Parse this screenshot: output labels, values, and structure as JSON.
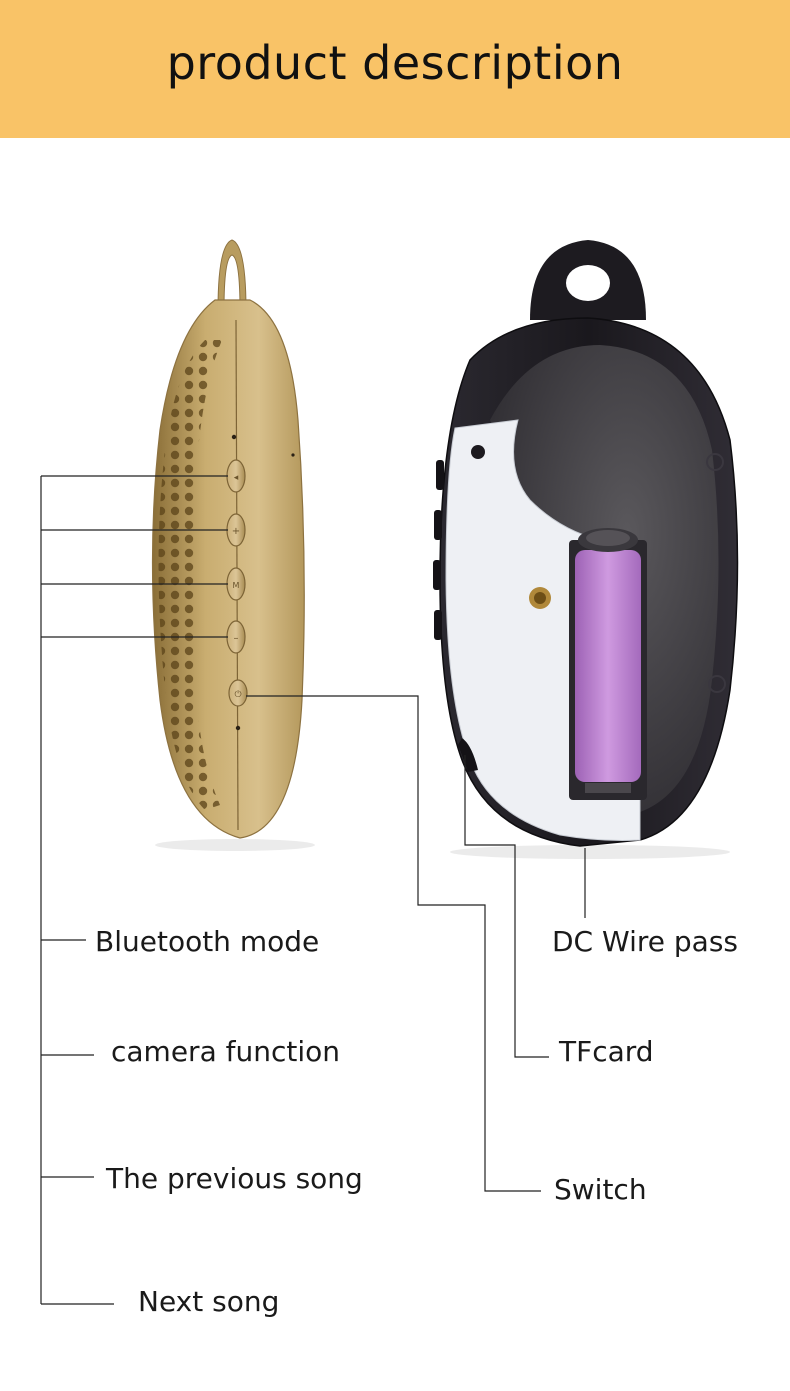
{
  "header": {
    "title": "product description"
  },
  "left_labels": {
    "bluetooth_mode": "Bluetooth mode",
    "camera_function": "camera function",
    "previous_song": "The previous song",
    "next_song": "Next song"
  },
  "right_labels": {
    "dc_wire_pass": "DC Wire pass",
    "tfcard": "TFcard",
    "switch": "Switch"
  },
  "colors": {
    "header_bg": "#f9c367",
    "speaker_gold": "#c7ab6c",
    "speaker_shell_dark": "#1c1a1f",
    "speaker_inner_white": "#eceef2",
    "battery_purple": "#b37ac8"
  }
}
